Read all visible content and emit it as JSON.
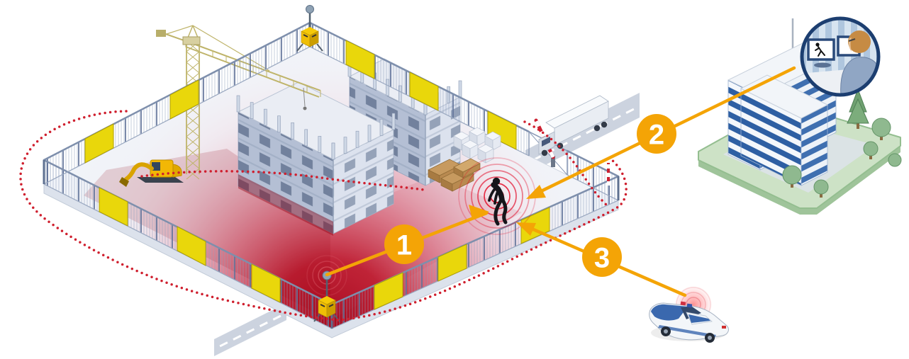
{
  "diagram": {
    "callouts": [
      {
        "number": "1",
        "name": "sensor-detects-intruder"
      },
      {
        "number": "2",
        "name": "alarm-to-monitoring-center"
      },
      {
        "number": "3",
        "name": "police-dispatched"
      }
    ],
    "colors": {
      "callout_orange": "#F4A406",
      "alarm_red": "#E2001E",
      "zone_deep_red": "#A50014",
      "dotted_arc_red": "#CF1F2E",
      "fence_blue_gray": "#7E8FAC",
      "safety_yellow": "#E9D70B",
      "office_blue": "#2E5FA3",
      "grass_green": "#CDE2C6",
      "concrete_gray": "#C5CEDE"
    }
  }
}
